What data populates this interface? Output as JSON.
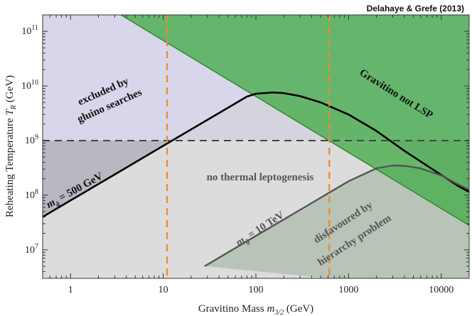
{
  "chart_data": {
    "type": "area",
    "credit": "Delahaye & Grefe (2013)",
    "xlabel": {
      "main": "Gravitino Mass ",
      "var": "m",
      "sub": "3/2",
      "unit": " (GeV)"
    },
    "ylabel": {
      "main": "Reheating Temperature ",
      "var": "T",
      "sub": "R",
      "unit": " (GeV)"
    },
    "x_scale": "log",
    "y_scale": "log",
    "xlim": [
      0.5,
      20000
    ],
    "ylim": [
      3000000,
      200000000000
    ],
    "x_ticks": [
      {
        "value": 1,
        "label": "1"
      },
      {
        "value": 10,
        "label": "10"
      },
      {
        "value": 100,
        "label": "100"
      },
      {
        "value": 1000,
        "label": "1000"
      },
      {
        "value": 10000,
        "label": "10000"
      }
    ],
    "y_ticks": [
      {
        "value": 10000000,
        "base": "10",
        "exp": "7"
      },
      {
        "value": 100000000,
        "base": "10",
        "exp": "8"
      },
      {
        "value": 1000000000,
        "base": "10",
        "exp": "9"
      },
      {
        "value": 10000000000,
        "base": "10",
        "exp": "10"
      },
      {
        "value": 100000000000,
        "base": "10",
        "exp": "11"
      }
    ],
    "colors": {
      "excluded_gluino": "#d8d6ea",
      "no_leptogenesis": "#dcdcdc",
      "gravitino_not_lsp": "#4caf50",
      "disfavoured": "#b9c4b8",
      "curve_500": "#000000",
      "curve_10tev": "#555555",
      "dashed_vertical": "#f08a24",
      "dashed_horizontal": "#444444"
    },
    "regions": {
      "gravitino_not_lsp_line": {
        "x": [
          3.5,
          20000
        ],
        "y": [
          200000000000,
          28000000
        ]
      },
      "no_leptogenesis_threshold": 1000000000,
      "disfavoured_min_mass": 620,
      "vertical_dashed_x": [
        11,
        620
      ]
    },
    "series": [
      {
        "name": "m_g̃ = 500 GeV",
        "x": [
          0.5,
          1,
          3,
          10,
          30,
          80,
          100,
          150,
          200,
          300,
          500,
          1000,
          2000,
          4000,
          8000,
          15000,
          20000
        ],
        "y": [
          40000000,
          80000000,
          240000000,
          800000000,
          2400000000,
          6400000000,
          7200000000,
          7600000000,
          7400000000,
          6500000000,
          5000000000,
          3000000000,
          1500000000,
          650000000,
          300000000,
          150000000,
          115000000
        ]
      },
      {
        "name": "m_g̃ = 10 TeV",
        "x": [
          28,
          100,
          300,
          1000,
          2000,
          3000,
          4000,
          6000,
          10000,
          15000,
          20000
        ],
        "y": [
          5000000,
          18000000,
          54000000,
          180000000,
          310000000,
          350000000,
          345000000,
          310000000,
          230000000,
          160000000,
          125000000
        ]
      }
    ],
    "annotations": [
      {
        "text": "excluded by",
        "color": "#111111"
      },
      {
        "text": "gluino searches",
        "color": "#111111"
      },
      {
        "text": "Gravitino not LSP",
        "color": "#111111"
      },
      {
        "text": "no thermal leptogenesis",
        "color": "#555555"
      },
      {
        "text": "disfavoured by",
        "color": "#555555"
      },
      {
        "text": "hierarchy problem",
        "color": "#555555"
      }
    ],
    "curve_labels": [
      {
        "var": "m",
        "sub": "g̃",
        "value": " = 500 GeV",
        "color": "#111111"
      },
      {
        "var": "m",
        "sub": "g̃",
        "value": " = 10 TeV",
        "color": "#555555"
      }
    ],
    "grid": false,
    "legend": "none"
  }
}
